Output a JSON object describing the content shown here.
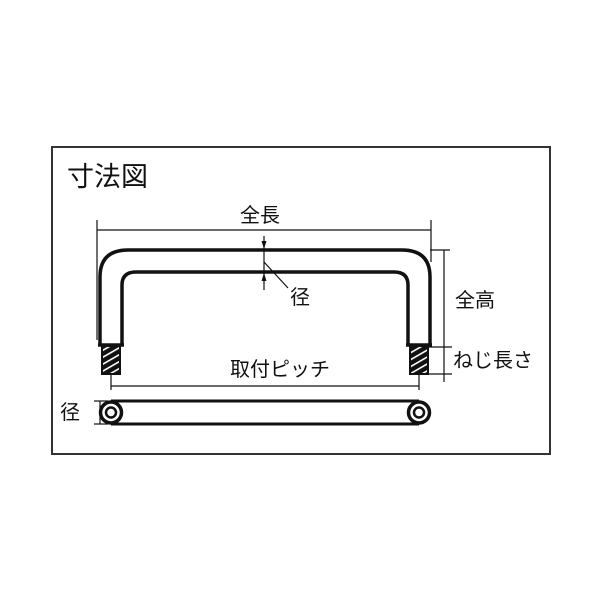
{
  "diagram": {
    "title": "寸法図",
    "labels": {
      "overall_length": "全長",
      "diameter_top": "径",
      "overall_height": "全高",
      "thread_length": "ねじ長さ",
      "mounting_pitch": "取付ピッチ",
      "diameter_side": "径"
    },
    "views": {
      "front_view": "U-shaped bar handle with threaded studs at both ends",
      "top_view": "Bar handle seen from above with round ends"
    },
    "colors": {
      "line": "#111111",
      "frame": "#333333",
      "background": "#ffffff"
    }
  }
}
